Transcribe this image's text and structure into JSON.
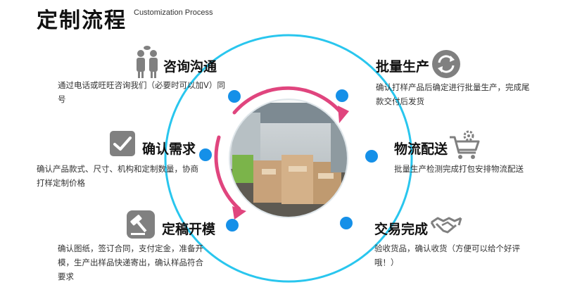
{
  "header": {
    "title_cn": "定制流程",
    "title_en": "Customization Process"
  },
  "steps": {
    "consult": {
      "title": "咨询沟通",
      "desc": "通过电话或旺旺咨询我们（必要时可以加V）同号",
      "icon": "business-meeting-icon"
    },
    "confirm": {
      "title": "确认需求",
      "desc": "确认产品款式、尺寸、机构和定制数量，协商打样定制价格",
      "icon": "checkbox-icon"
    },
    "finalize": {
      "title": "定稿开模",
      "desc": "确认图纸，签订合同，支付定金，准备开模，生产出样品快递寄出，确认样品符合要求",
      "icon": "gavel-icon"
    },
    "produce": {
      "title": "批量生产",
      "desc": "确认打样产品后确定进行批量生产，完成尾款交付后发货",
      "icon": "production-cycle-icon"
    },
    "logistics": {
      "title": "物流配送",
      "desc": "批量生产检测完成打包安排物流配送",
      "icon": "cart-gear-icon"
    },
    "complete": {
      "title": "交易完成",
      "desc": "验收货品，确认收货（方便可以给个好评哦！）",
      "icon": "handshake-icon"
    }
  },
  "colors": {
    "ring": "#29c6ee",
    "node": "#1590e8",
    "arrow": "#e0457e",
    "icon": "#808080"
  }
}
